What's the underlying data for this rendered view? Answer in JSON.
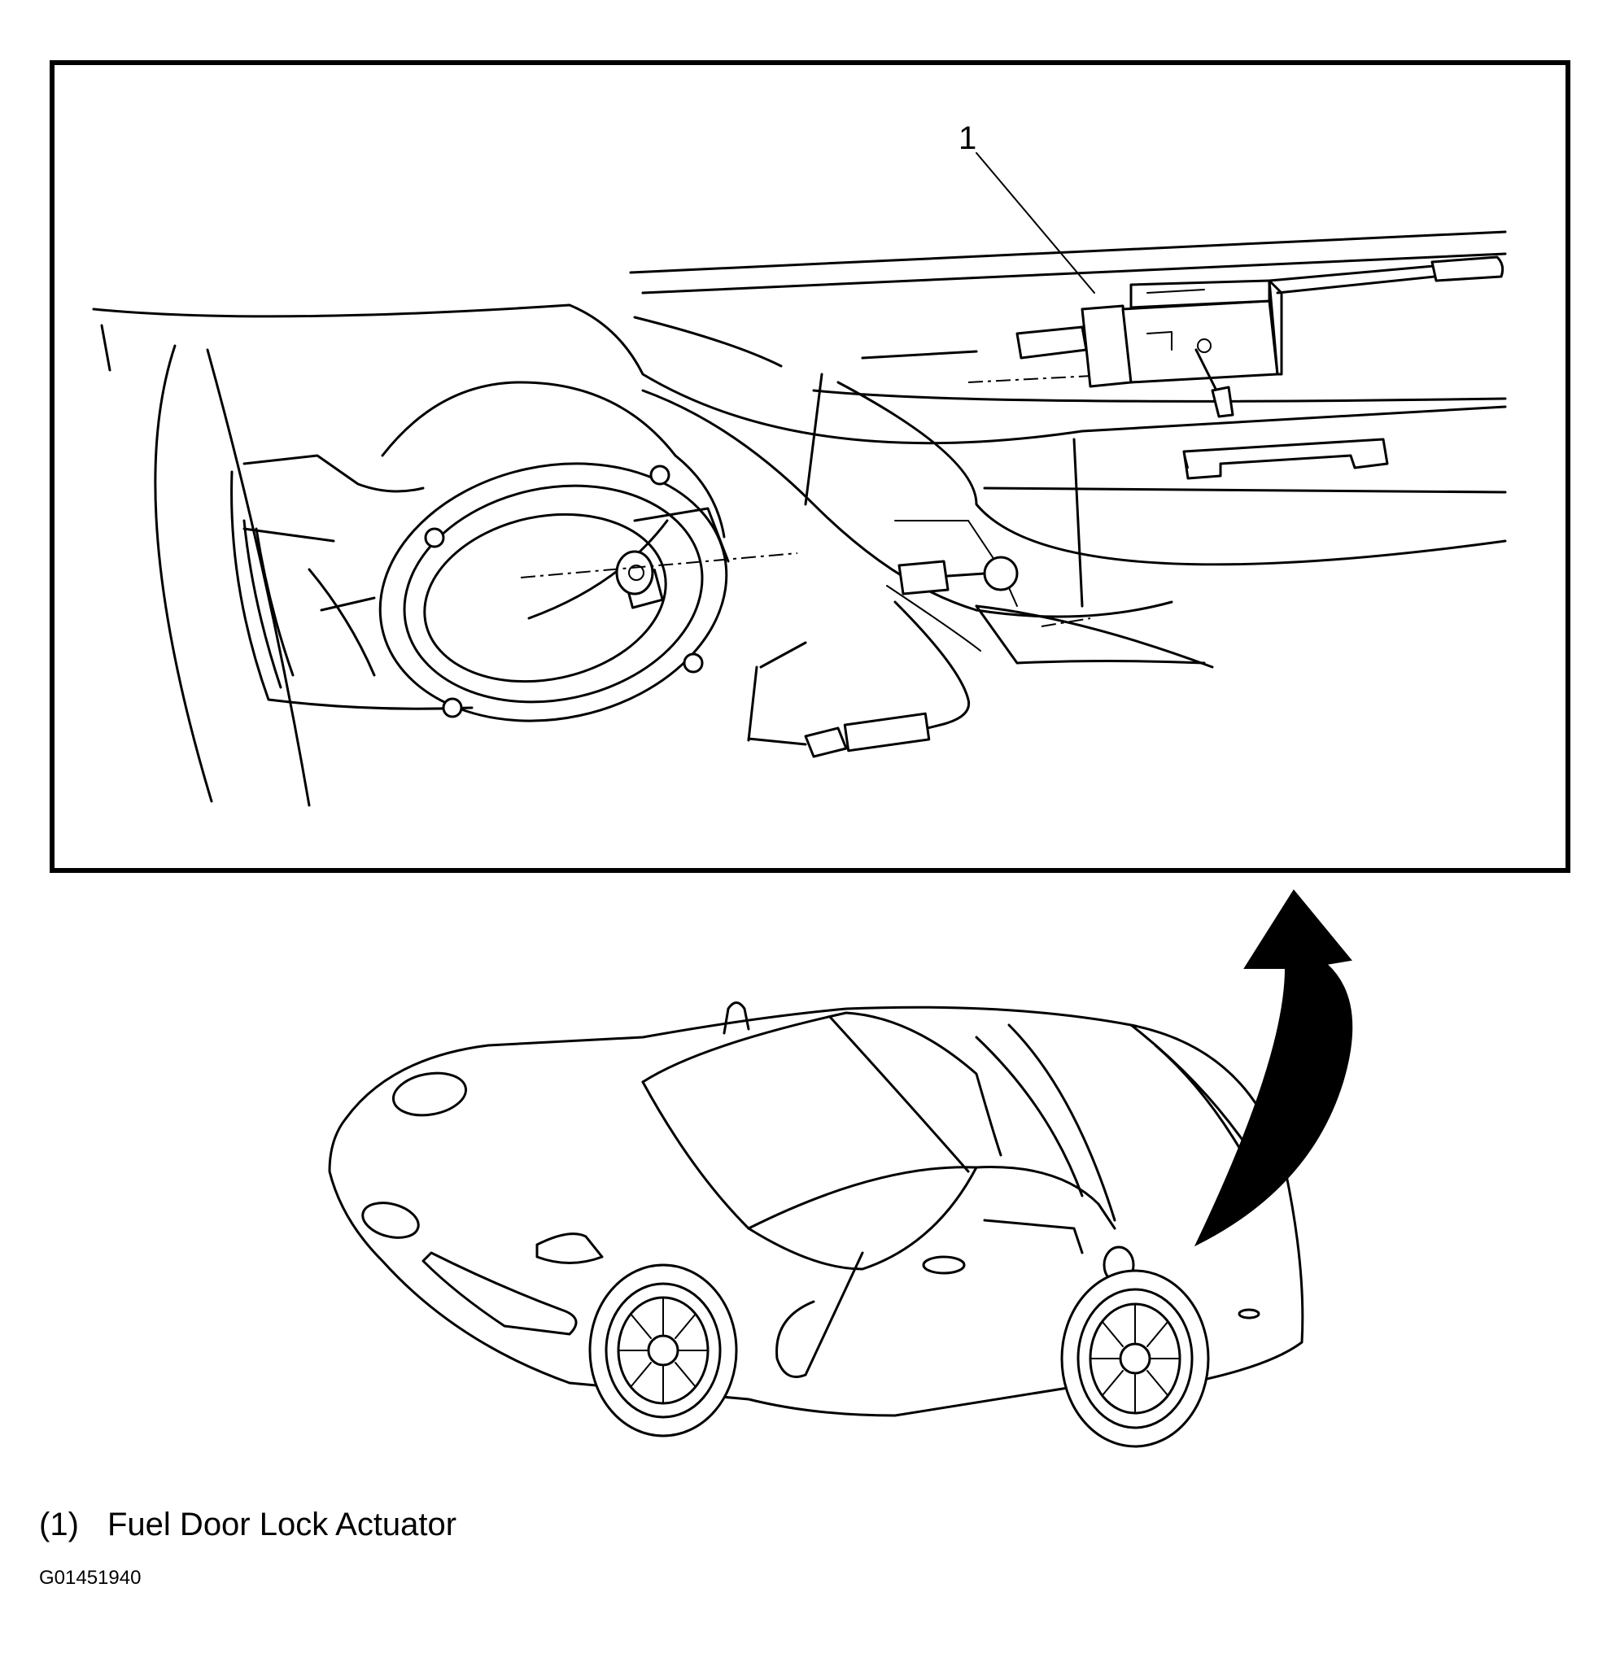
{
  "figure": {
    "callout_number": "1",
    "legend": [
      {
        "number": "(1)",
        "label": "Fuel Door Lock Actuator"
      }
    ],
    "figure_id": "G01451940",
    "icons": [
      "detail-frame",
      "fuel-door-assembly",
      "actuator",
      "vehicle-line-drawing",
      "curved-arrow"
    ]
  }
}
